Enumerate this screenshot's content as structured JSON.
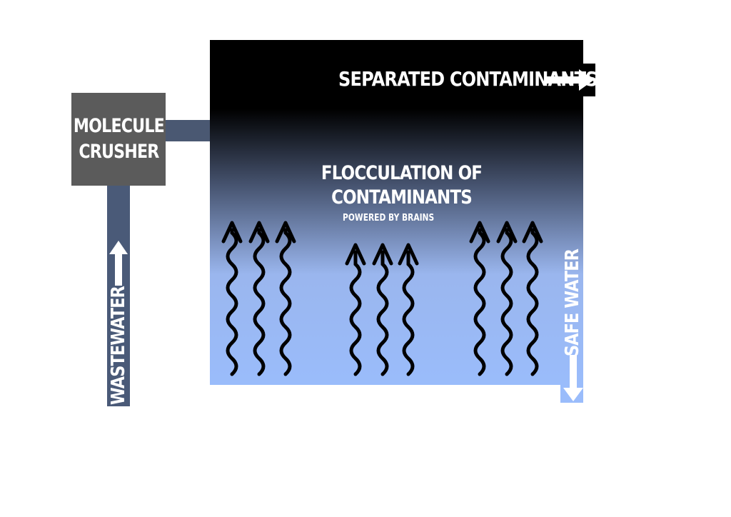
{
  "diagram": {
    "crusher_label_line1": "MOLECULE",
    "crusher_label_line2": "CRUSHER",
    "separated_label": "SEPARATED CONTAMINANTS",
    "flocculation_line1": "FLOCCULATION OF",
    "flocculation_line2": "CONTAMINANTS",
    "powered_label": "POWERED BY BRAINS",
    "wastewater_label": "WASTEWATER",
    "safe_water_label": "SAFE WATER"
  },
  "colors": {
    "tank_top": "#000000",
    "tank_bottom": "#9abcfb",
    "crusher": "#5b5b5b",
    "pipe": "#4a5872",
    "arrow_white": "#ffffff",
    "wavy_arrow": "#000000"
  },
  "icons": [
    "wavy-up-arrow-icon",
    "up-arrow-icon",
    "right-arrow-icon",
    "down-arrow-icon"
  ]
}
